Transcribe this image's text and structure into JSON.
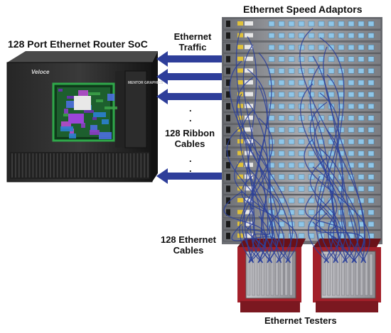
{
  "labels": {
    "router_title": "128 Port Ethernet Router SoC",
    "adaptors_title": "Ethernet Speed Adaptors",
    "traffic_line1": "Ethernet",
    "traffic_line2": "Traffic",
    "ribbon_line1": "128 Ribbon",
    "ribbon_line2": "Cables",
    "eth_cables_line1": "128 Ethernet",
    "eth_cables_line2": "Cables",
    "testers_title": "Ethernet Testers"
  },
  "router_logo": "Veloce",
  "router_brand": "MENTOR GRAPHICS",
  "colors": {
    "arrow": "#2e3e9a",
    "cable": "#2a3f9a",
    "router_body": "#1b1b1b",
    "chip_green": "#2fa84a",
    "tester_red": "#a3202a"
  }
}
